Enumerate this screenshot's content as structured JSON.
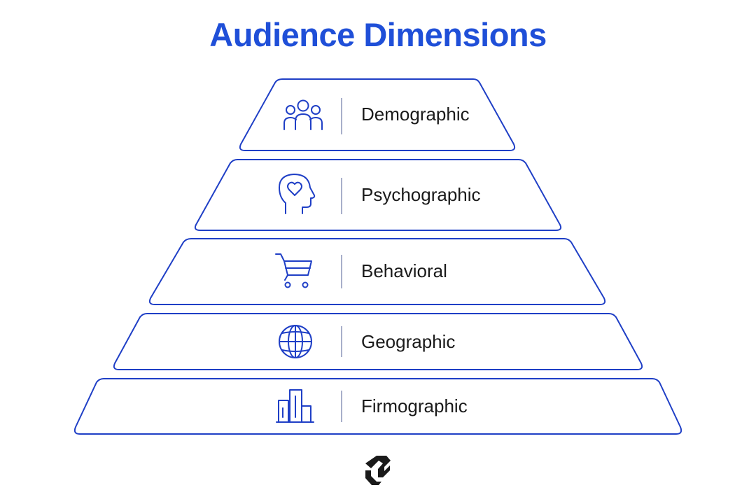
{
  "title": "Audience Dimensions",
  "tiers": [
    {
      "label": "Demographic",
      "icon": "people-group-icon"
    },
    {
      "label": "Psychographic",
      "icon": "head-heart-icon"
    },
    {
      "label": "Behavioral",
      "icon": "shopping-cart-icon"
    },
    {
      "label": "Geographic",
      "icon": "globe-icon"
    },
    {
      "label": "Firmographic",
      "icon": "buildings-icon"
    }
  ],
  "colors": {
    "title": "#1f4fd8",
    "outline": "#1f3fc6",
    "text": "#1a1a1a"
  },
  "logo": "brand-logo"
}
